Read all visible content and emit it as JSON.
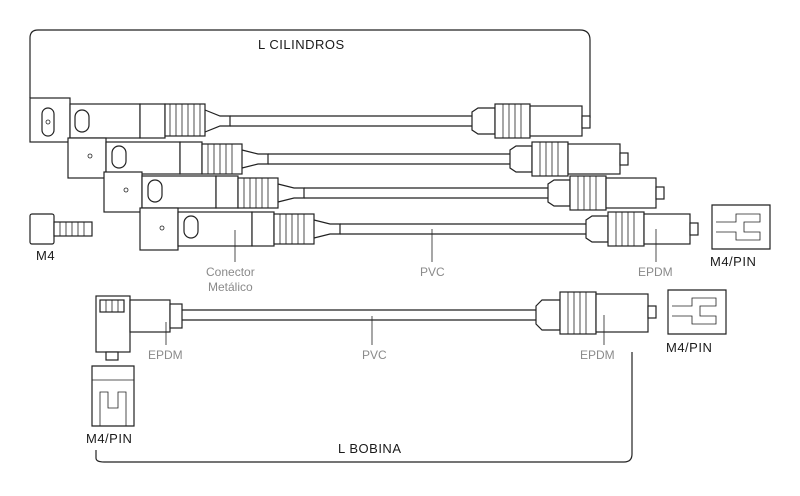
{
  "labels": {
    "l_cilindros": "L  CILINDROS",
    "l_bobina": "L  BOBINA",
    "m4": "M4",
    "m4pin_right_top": "M4/PIN",
    "m4pin_right_mid": "M4/PIN",
    "m4pin_left": "M4/PIN",
    "conector_line1": "Conector",
    "conector_line2": "Metálico",
    "pvc_top": "PVC",
    "epdm_top": "EPDM",
    "epdm_left": "EPDM",
    "pvc_bottom": "PVC",
    "epdm_right": "EPDM"
  },
  "colors": {
    "line": "#222222",
    "label_gray": "#8a8a8a",
    "label_black": "#1a1a1a"
  }
}
